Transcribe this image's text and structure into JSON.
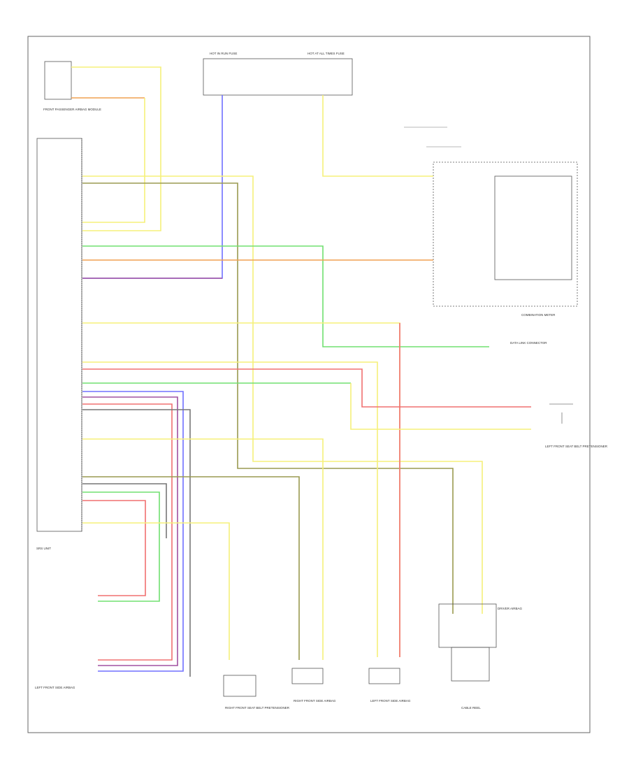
{
  "labels": {
    "corner": "",
    "front_passenger_airbag": "FRONT PASSENGER AIRBAG MODULE",
    "fuse_left": "HOT IN RUN FUSE",
    "fuse_right": "HOT AT ALL TIMES FUSE",
    "fuse_right_note": "",
    "airbag_label_1": "",
    "airbag_label_2": "",
    "crash_sensor": "",
    "combination_meter": "COMBINATION METER",
    "srs_indicator": "",
    "data_link": "DATA LINK CONNECTOR",
    "left_front_belt": "LEFT FRONT SEAT BELT PRETENSIONER",
    "srs_unit": "SRS UNIT",
    "right_side_airbag": "RIGHT FRONT SIDE AIRBAG",
    "left_side_airbag": "LEFT FRONT SIDE AIRBAG",
    "right_front_belt": "RIGHT FRONT SEAT BELT PRETENSIONER",
    "right_front_side": "RIGHT FRONT SIDE AIRBAG",
    "left_front_side": "LEFT FRONT SIDE AIRBAG",
    "driver_airbag": "DRIVER AIRBAG",
    "cable_reel": "CABLE REEL",
    "pass_airbag_inner": "",
    "right_side_inner": "",
    "left_side_inner": ""
  },
  "srs_pins": [
    "",
    "",
    "",
    "",
    "",
    "",
    "",
    "",
    "",
    "",
    "",
    "",
    "",
    "",
    "",
    "",
    "",
    "",
    "",
    "",
    "",
    "",
    "",
    "",
    "",
    "",
    ""
  ],
  "colors": {
    "yellow": "#f5f07a",
    "blue": "#7070ff",
    "green": "#70e070",
    "orange": "#f0a050",
    "red": "#f07070",
    "olive": "#9a9a50",
    "purple": "#a050a0",
    "gray": "#777777",
    "frame": "#666666"
  }
}
